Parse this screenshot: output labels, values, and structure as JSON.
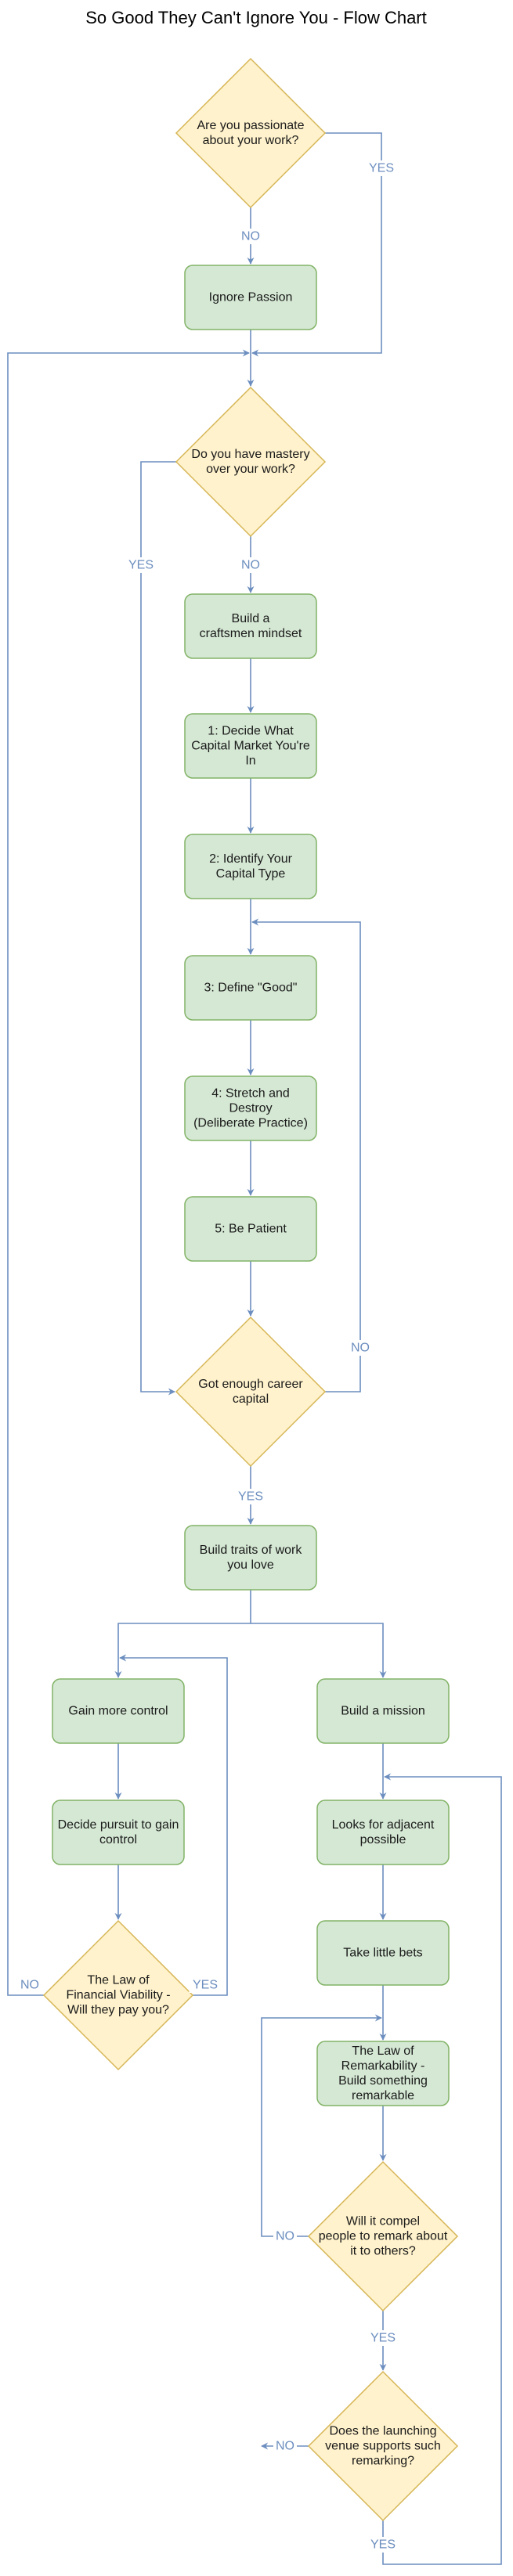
{
  "title": "So Good They Can't Ignore You - Flow Chart",
  "colors": {
    "process_fill": "#d5e8d4",
    "process_stroke": "#82b366",
    "decision_fill": "#fff2cc",
    "decision_stroke": "#d6b656",
    "edge": "#6c8ebf",
    "edge_label": "#6c8ebf"
  },
  "nodes": {
    "passionate": [
      "Are you passionate",
      "about your work?"
    ],
    "ignore_passion": [
      "Ignore Passion"
    ],
    "mastery": [
      "Do you have mastery",
      "over your work?"
    ],
    "craftsmen": [
      "Build a",
      "craftsmen mindset"
    ],
    "capital_market": [
      "1: Decide What",
      "Capital Market You're",
      "In"
    ],
    "capital_type": [
      "2: Identify Your",
      "Capital Type"
    ],
    "define_good": [
      "3: Define \"Good\""
    ],
    "stretch": [
      "4: Stretch and",
      "Destroy",
      "(Deliberate Practice)"
    ],
    "patient": [
      "5: Be Patient"
    ],
    "enough_capital": [
      "Got enough career",
      "capital"
    ],
    "traits": [
      "Build traits of work",
      "you love"
    ],
    "control": [
      "Gain more control"
    ],
    "pursuit": [
      "Decide pursuit to gain",
      "control"
    ],
    "viability": [
      "The Law of",
      "Financial Viability -",
      "Will they pay you?"
    ],
    "mission": [
      "Build a mission"
    ],
    "adjacent": [
      "Looks for adjacent",
      "possible"
    ],
    "bets": [
      "Take little bets"
    ],
    "remarkability": [
      "The Law of",
      "Remarkability -",
      "Build something",
      "remarkable"
    ],
    "compel": [
      "Will it compel",
      "people to remark about",
      "it to others?"
    ],
    "venue": [
      "Does the launching",
      "venue supports such",
      "remarking?"
    ]
  },
  "edge_labels": {
    "passionate_yes": "YES",
    "passionate_no": "NO",
    "mastery_yes": "YES",
    "mastery_no": "NO",
    "capital_no": "NO",
    "capital_yes": "YES",
    "viability_no": "NO",
    "viability_yes": "YES",
    "compel_no": "NO",
    "compel_yes": "YES",
    "venue_no": "NO",
    "venue_yes": "YES"
  }
}
